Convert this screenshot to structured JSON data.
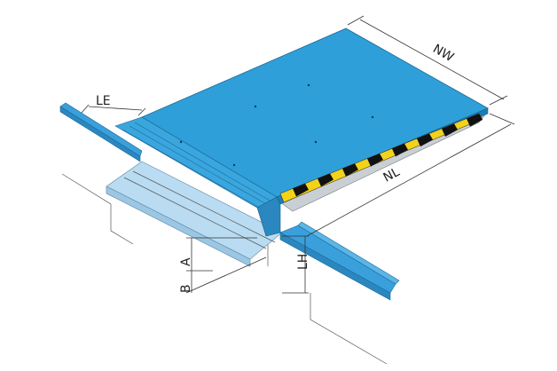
{
  "diagram": {
    "labels": {
      "nw": "NW",
      "nl": "NL",
      "le": "LE",
      "lh": "LH",
      "a": "A",
      "b": "B"
    },
    "colors": {
      "platform_top": "#2e9fd8",
      "platform_side": "#1f7db3",
      "lip_light": "#b9dcf2",
      "rail": "#3aa0dc",
      "hazard_yellow": "#f2d21b",
      "hazard_black": "#111111",
      "pit_gray": "#c9cfd4"
    }
  }
}
